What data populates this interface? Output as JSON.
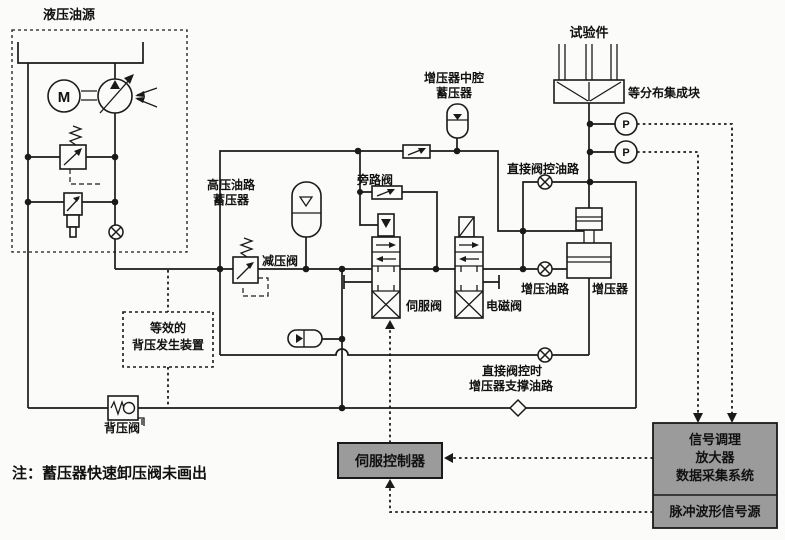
{
  "colors": {
    "background": "#fbfbf9",
    "line": "#1a1a1a",
    "gray_box": "#9b9b9b"
  },
  "labels": {
    "oil_source": "液压油源",
    "test_piece": "试验件",
    "manifold": "等分布集成块",
    "mid_accumulator_line1": "增压器中腔",
    "mid_accumulator_line2": "蓄压器",
    "hp_accumulator_line1": "高压油路",
    "hp_accumulator_line2": "蓄压器",
    "bypass_valve": "旁路阀",
    "direct_valve_control_line": "直接阀控油路",
    "reducing_valve": "减压阀",
    "servo_valve": "伺服阀",
    "solenoid_valve": "电磁阀",
    "boost_line": "增压油路",
    "booster": "增压器",
    "support_line1": "直接阀控时",
    "support_line2": "增压器支撑油路",
    "equiv_line1": "等效的",
    "equiv_line2": "背压发生装置",
    "back_pressure_valve": "背压阀",
    "note": "注：蓄压器快速卸压阀未画出",
    "servo_controller": "伺服控制器",
    "daq_line1": "信号调理",
    "daq_line2": "放大器",
    "daq_line3": "数据采集系统",
    "pulse_source": "脉冲波形信号源",
    "pressure_sensor": "P",
    "motor": "M"
  }
}
